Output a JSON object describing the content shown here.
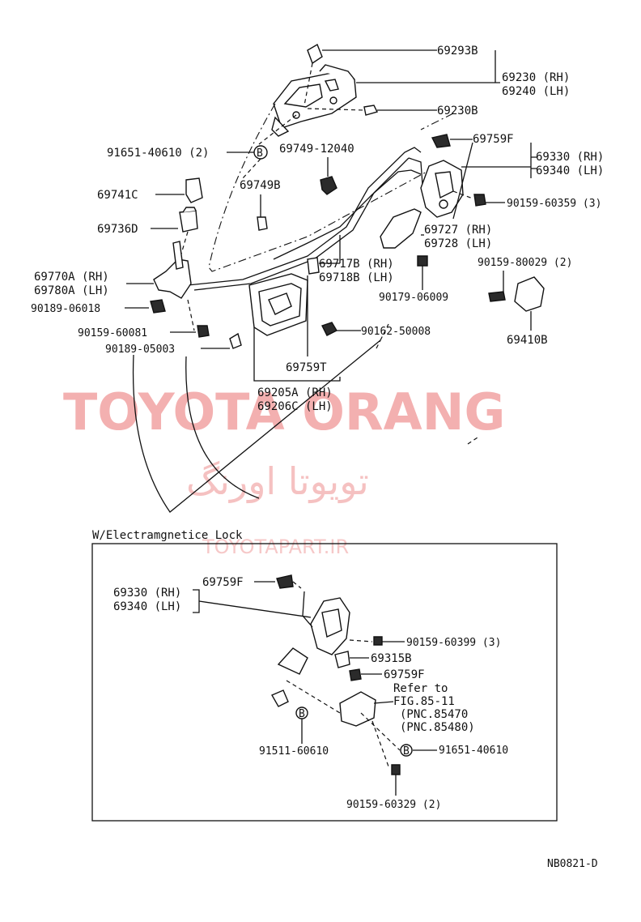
{
  "watermark": {
    "brand": "TOYOTA ORANG",
    "persian": "تویوتا اورنگ",
    "url": "TOYOTAPART.IR"
  },
  "labels": {
    "p69293B": "69293B",
    "p69230": "69230 (RH)",
    "p69240": "69240 (LH)",
    "p69230B": "69230B",
    "p69759F_top": "69759F",
    "p91651_top": "91651-40610 (2)",
    "p69749_12040": "69749-12040",
    "p69330_top": "69330 (RH)",
    "p69340_top": "69340 (LH)",
    "p69741C": "69741C",
    "p69749B": "69749B",
    "p90159_60359": "90159-60359 (3)",
    "p69736D": "69736D",
    "p69727": "69727 (RH)",
    "p69728": "69728 (LH)",
    "p90159_80029": "90159-80029 (2)",
    "p69770A": "69770A (RH)",
    "p69780A": "69780A (LH)",
    "p69717B": "69717B (RH)",
    "p69718B": "69718B (LH)",
    "p90179_06009": "90179-06009",
    "p90189_06018": "90189-06018",
    "p90159_60081": "90159-60081",
    "p90162_50008": "90162-50008",
    "p69410B": "69410B",
    "p90189_05003": "90189-05003",
    "p69759T": "69759T",
    "p69205A": "69205A (RH)",
    "p69206C": "69206C (LH)"
  },
  "inset": {
    "title": "W/Electramgnetice Lock",
    "p69330": "69330 (RH)",
    "p69340": "69340 (LH)",
    "p69759F_a": "69759F",
    "p90159_60399": "90159-60399 (3)",
    "p69315B": "69315B",
    "p69759F_b": "69759F",
    "refer1": "Refer to",
    "refer2": "FIG.85-11",
    "refer3": "(PNC.85470",
    "refer4": "(PNC.85480)",
    "p91511_60610": "91511-60610",
    "p91651_40610": "91651-40610",
    "p90159_60329": "90159-60329 (2)"
  },
  "figure_id": "NB0821-D",
  "callout_letter": "B"
}
